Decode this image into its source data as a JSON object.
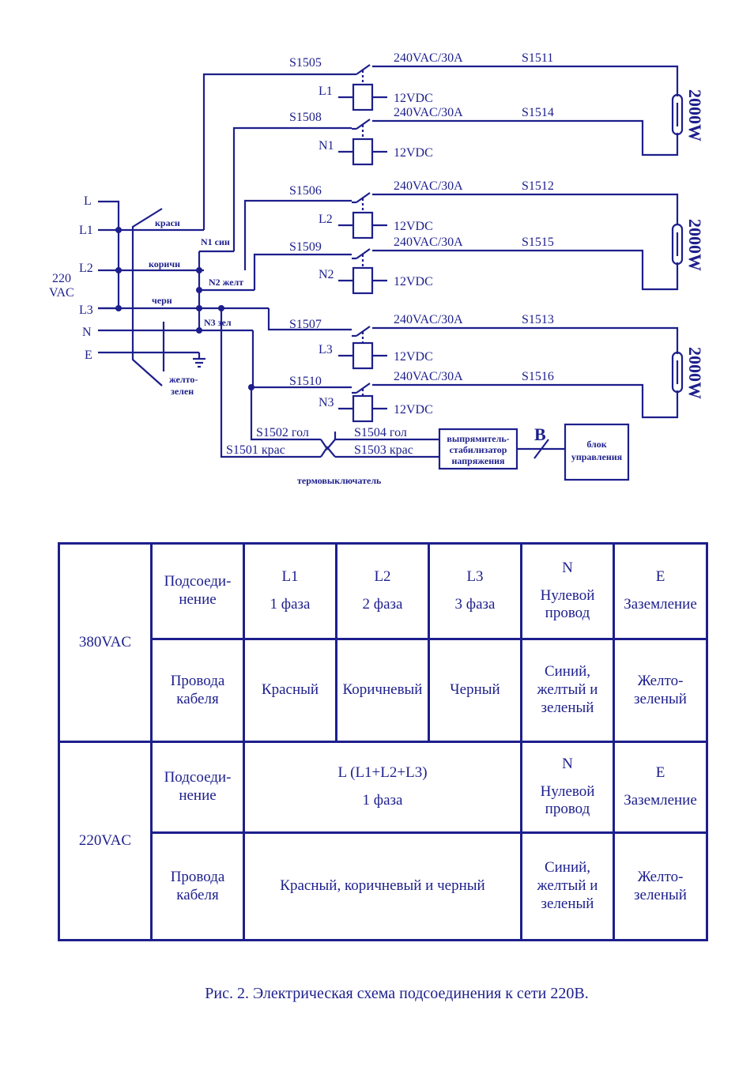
{
  "diagram": {
    "inputs": {
      "L": "L",
      "L1": "L1",
      "L2": "L2",
      "L3": "L3",
      "N": "N",
      "E": "E",
      "voltage": "220",
      "voltage_unit": "VAC"
    },
    "wire_colors": {
      "red": "красн",
      "brown": "коричн",
      "black": "черн",
      "yellow_green_1": "желто-",
      "yellow_green_2": "зелен"
    },
    "neutral_taps": {
      "n1": "N1 син",
      "n2": "N2 желт",
      "n3": "N3 зел"
    },
    "relays": [
      {
        "switch": "S1505",
        "coil": "L1",
        "rating": "240VAC/30A",
        "coil_voltage": "12VDC",
        "output": "S1511"
      },
      {
        "switch": "S1508",
        "coil": "N1",
        "rating": "240VAC/30A",
        "coil_voltage": "12VDC",
        "output": "S1514"
      },
      {
        "switch": "S1506",
        "coil": "L2",
        "rating": "240VAC/30A",
        "coil_voltage": "12VDC",
        "output": "S1512"
      },
      {
        "switch": "S1509",
        "coil": "N2",
        "rating": "240VAC/30A",
        "coil_voltage": "12VDC",
        "output": "S1515"
      },
      {
        "switch": "S1507",
        "coil": "L3",
        "rating": "240VAC/30A",
        "coil_voltage": "12VDC",
        "output": "S1513"
      },
      {
        "switch": "S1510",
        "coil": "N3",
        "rating": "240VAC/30A",
        "coil_voltage": "12VDC",
        "output": "S1516"
      }
    ],
    "heaters": [
      "2000W",
      "2000W",
      "2000W"
    ],
    "thermal_switch": {
      "s1501": "S1501 крас",
      "s1502": "S1502 гол",
      "s1503": "S1503 крас",
      "s1504": "S1504 гол",
      "label": "термовыключатель"
    },
    "rectifier": {
      "line1": "выпрямитель-",
      "line2": "стабилизатор",
      "line3": "напряжения"
    },
    "bus_label": "B",
    "control_unit": {
      "line1": "блок",
      "line2": "управления"
    }
  },
  "table": {
    "v380": {
      "label": "380VAC",
      "connection_label": [
        "Подсоеди-",
        "нение"
      ],
      "cable_label": [
        "Провода",
        "кабеля"
      ],
      "connections": [
        {
          "code": "L1",
          "desc": "1 фаза"
        },
        {
          "code": "L2",
          "desc": "2 фаза"
        },
        {
          "code": "L3",
          "desc": "3 фаза"
        },
        {
          "code": "N",
          "desc": "Нулевой провод"
        },
        {
          "code": "E",
          "desc": "Заземление"
        }
      ],
      "wires": [
        "Красный",
        "Коричневый",
        "Черный",
        "Синий, желтый и зеленый",
        "Желто-зеленый"
      ]
    },
    "v220": {
      "label": "220VAC",
      "connection_label": [
        "Подсоеди-",
        "нение"
      ],
      "cable_label": [
        "Провода",
        "кабеля"
      ],
      "phase": {
        "code": "L (L1+L2+L3)",
        "desc": "1 фаза"
      },
      "neutral": {
        "code": "N",
        "desc": "Нулевой провод"
      },
      "earth": {
        "code": "E",
        "desc": "Заземление"
      },
      "wires": {
        "phase": "Красный, коричневый и черный",
        "neutral": "Синий, желтый и зеленый",
        "earth": "Желто-зеленый"
      }
    }
  },
  "caption": "Рис. 2.  Электрическая схема подсоединения к сети 220В."
}
